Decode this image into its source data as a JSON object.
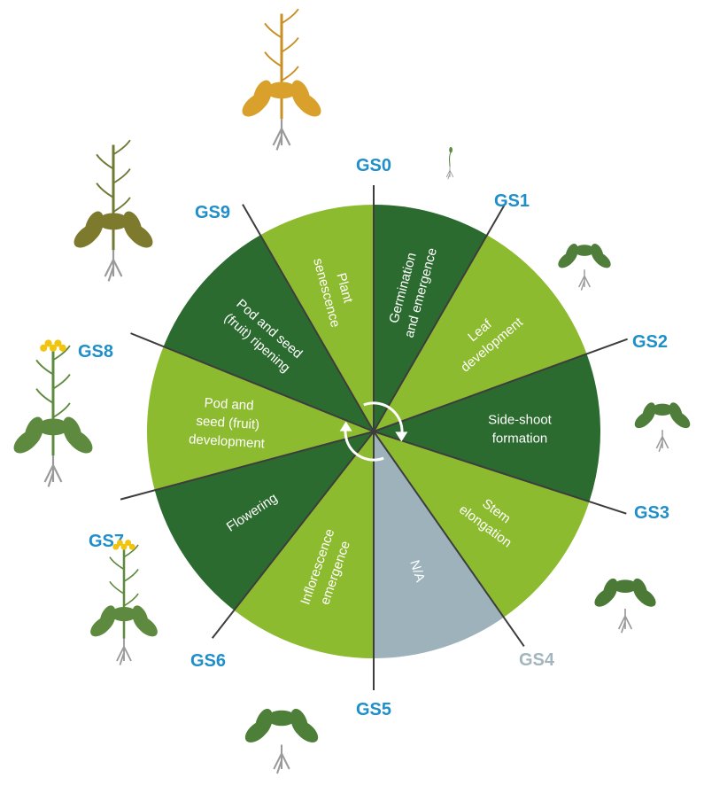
{
  "colors": {
    "dark_green": "#2c6b2f",
    "light_green": "#8dbb30",
    "na_grey": "#9db2bb",
    "label_blue": "#1f8fc9",
    "label_grey": "#a3b5be",
    "divider": "#3d3d3d",
    "arrow": "#ffffff"
  },
  "stages": [
    {
      "code": "GS0",
      "name_lines": [
        "Germination",
        "and emergence"
      ],
      "segment": "dark_green",
      "label_color": "label_blue",
      "plant_icon": "seedling-icon"
    },
    {
      "code": "GS1",
      "name_lines": [
        "Leaf",
        "development"
      ],
      "segment": "light_green",
      "label_color": "label_blue",
      "plant_icon": "leafy-rosette-icon"
    },
    {
      "code": "GS2",
      "name_lines": [
        "Side-shoot",
        "formation"
      ],
      "segment": "dark_green",
      "label_color": "label_blue",
      "plant_icon": "side-shoot-plant-icon"
    },
    {
      "code": "GS3",
      "name_lines": [
        "Stem",
        "elongation"
      ],
      "segment": "light_green",
      "label_color": "label_blue",
      "plant_icon": "stem-elongation-plant-icon"
    },
    {
      "code": "GS4",
      "name_lines": [
        "N/A"
      ],
      "segment": "na_grey",
      "label_color": "label_grey",
      "plant_icon": ""
    },
    {
      "code": "GS5",
      "name_lines": [
        "Inflorescence",
        "emergence"
      ],
      "segment": "light_green",
      "label_color": "label_blue",
      "plant_icon": "inflorescence-plant-icon"
    },
    {
      "code": "GS6",
      "name_lines": [
        "Flowering"
      ],
      "segment": "dark_green",
      "label_color": "label_blue",
      "plant_icon": "flowering-plant-icon"
    },
    {
      "code": "GS7",
      "name_lines": [
        "Pod and",
        "seed (fruit)",
        "development"
      ],
      "segment": "light_green",
      "label_color": "label_blue",
      "plant_icon": "pod-development-plant-icon"
    },
    {
      "code": "GS8",
      "name_lines": [
        "Pod and seed",
        "(fruit) ripening"
      ],
      "segment": "dark_green",
      "label_color": "label_blue",
      "plant_icon": "ripening-plant-icon"
    },
    {
      "code": "GS9",
      "name_lines": [
        "Plant",
        "senescence"
      ],
      "segment": "light_green",
      "label_color": "label_blue",
      "plant_icon": "senescent-plant-icon"
    }
  ],
  "center_icon": "cycle-arrows-icon"
}
